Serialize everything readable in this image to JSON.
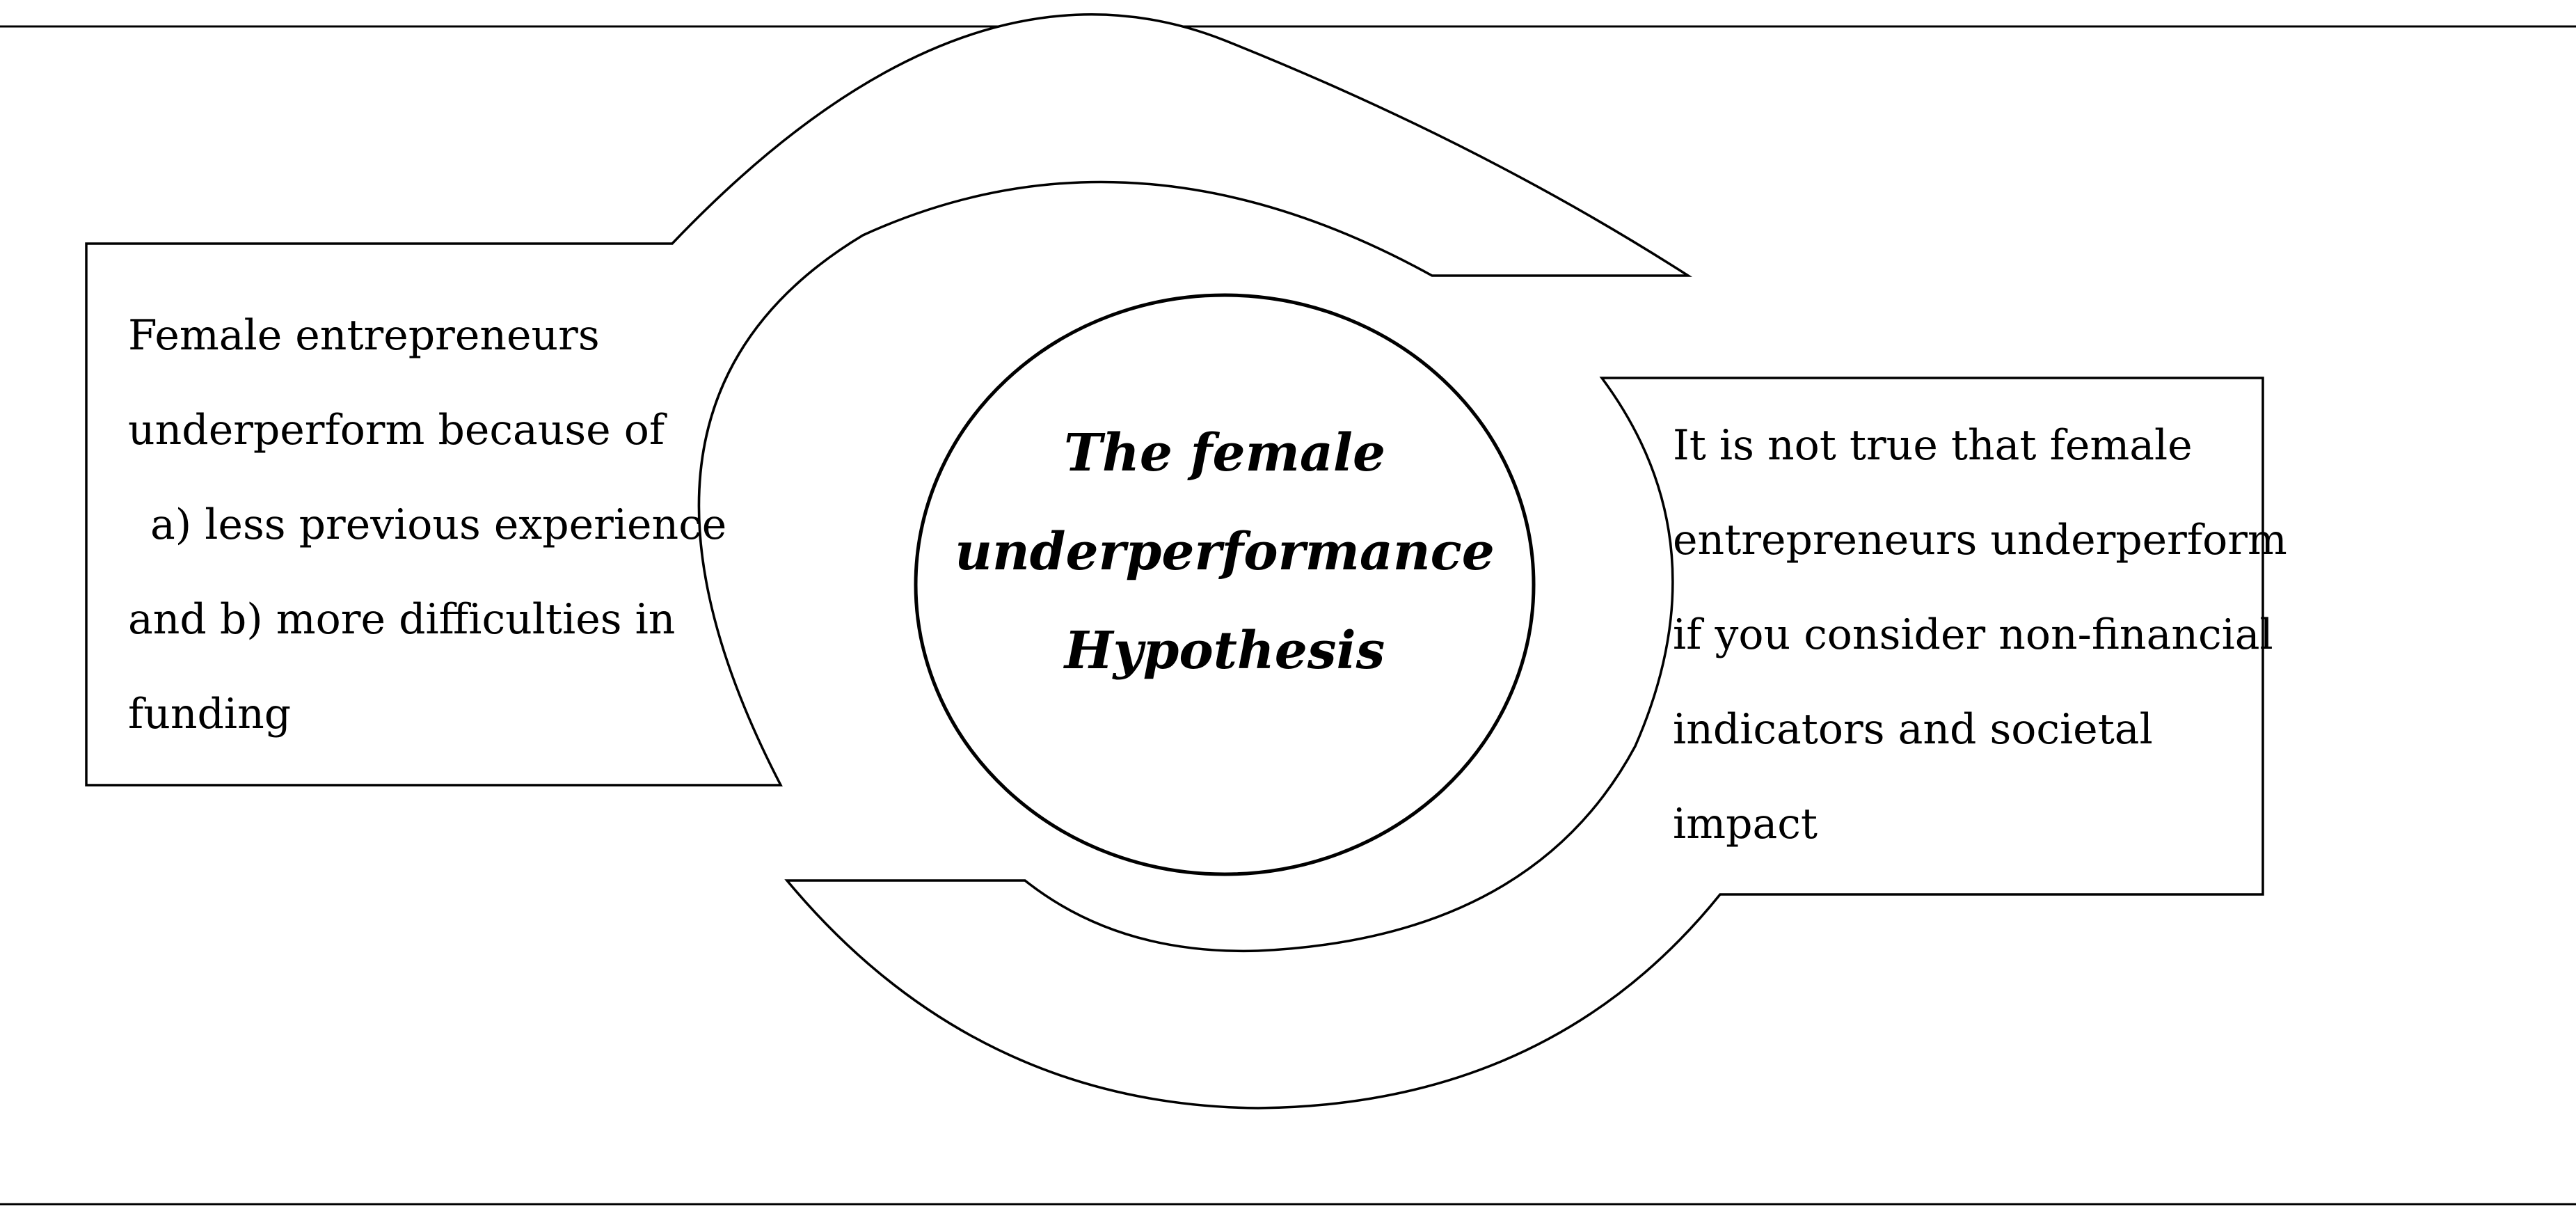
{
  "center": {
    "lines": [
      "The female",
      "underperformance",
      "Hypothesis"
    ]
  },
  "left_box": {
    "lines": [
      "Female entrepreneurs",
      "underperform because of",
      "a) less previous experience",
      "and b) more difficulties in",
      "funding"
    ]
  },
  "right_box": {
    "lines": [
      "It is not true that female",
      "entrepreneurs underperform",
      "if you consider non-financial",
      "indicators and societal",
      "impact"
    ]
  },
  "colors": {
    "stroke": "#000000",
    "background": "#ffffff"
  }
}
